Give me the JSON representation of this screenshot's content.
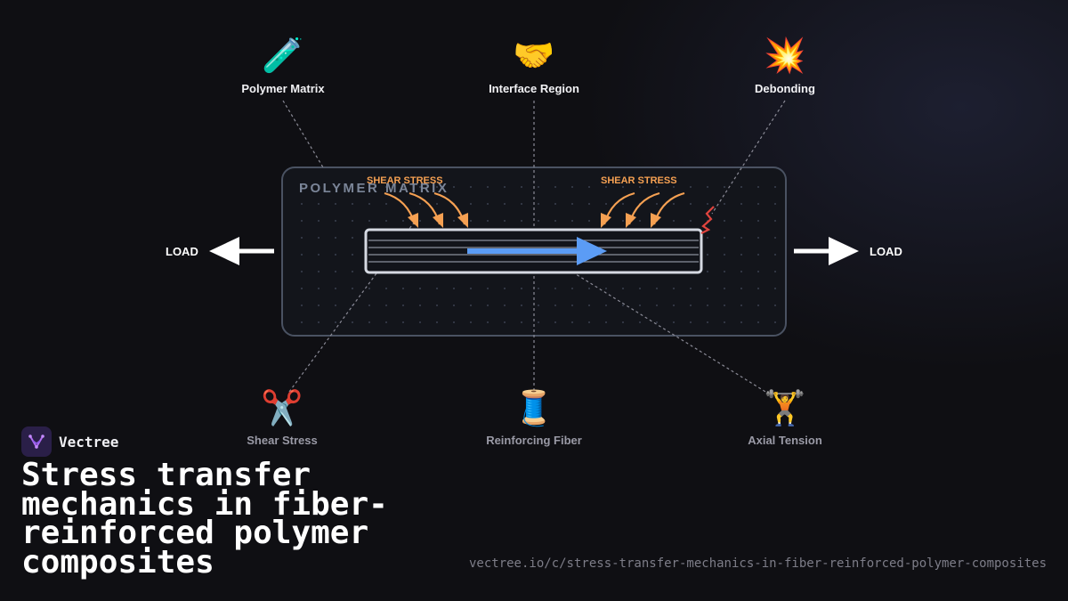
{
  "diagram": {
    "nodes_top": [
      {
        "label": "Polymer Matrix",
        "icon": "🧪",
        "icon_name": "test-tube-icon"
      },
      {
        "label": "Interface Region",
        "icon": "🤝",
        "icon_name": "handshake-icon"
      },
      {
        "label": "Debonding",
        "icon": "💥",
        "icon_name": "collision-icon"
      }
    ],
    "nodes_bottom": [
      {
        "label": "Shear Stress",
        "icon": "✂️",
        "icon_name": "scissors-icon"
      },
      {
        "label": "Reinforcing Fiber",
        "icon": "🧵",
        "icon_name": "thread-spool-icon"
      },
      {
        "label": "Axial Tension",
        "icon": "🏋️",
        "icon_name": "weightlifter-icon"
      }
    ],
    "matrix_title": "POLYMER MATRIX",
    "shear_label_left": "SHEAR STRESS",
    "shear_label_right": "SHEAR STRESS",
    "load_left": "LOAD",
    "load_right": "LOAD",
    "colors": {
      "shear": "#f5a052",
      "fiber_arrow": "#5b9cf5",
      "crack": "#e0443e",
      "matrix_border": "#4a5262"
    }
  },
  "brand": {
    "name": "Vectree",
    "logo_icon": "vectree-logo-icon"
  },
  "page_title": "Stress transfer mechanics in fiber-reinforced polymer composites",
  "source_url": "vectree.io/c/stress-transfer-mechanics-in-fiber-reinforced-polymer-composites"
}
